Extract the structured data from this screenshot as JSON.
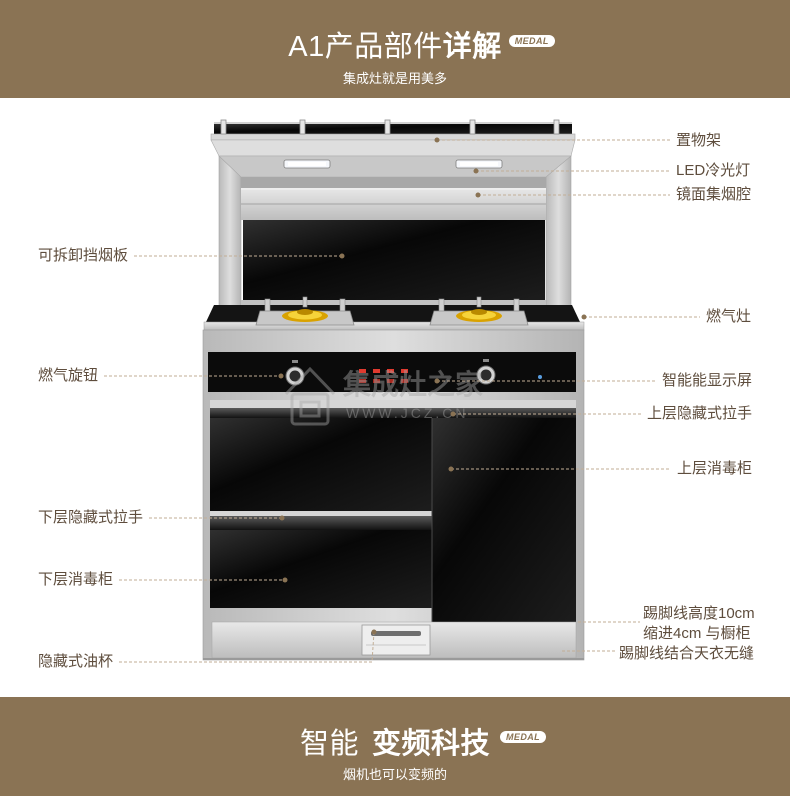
{
  "header": {
    "title_light": "A1产品部件",
    "title_bold": "详解",
    "badge": "MEDAL",
    "subtitle": "集成灶就是用美多"
  },
  "callouts": {
    "left": [
      {
        "label": "可拆卸挡烟板"
      },
      {
        "label": "燃气旋钮"
      },
      {
        "label": "下层隐藏式拉手"
      },
      {
        "label": "下层消毒柜"
      },
      {
        "label": "隐藏式油杯"
      }
    ],
    "right": [
      {
        "label": "置物架"
      },
      {
        "label": "LED冷光灯"
      },
      {
        "label": "镜面集烟腔"
      },
      {
        "label": "燃气灶"
      },
      {
        "label": "智能能显示屏"
      },
      {
        "label": "上层隐藏式拉手"
      },
      {
        "label": "上层消毒柜"
      },
      {
        "label": "踢脚线高度10cm"
      },
      {
        "label": "缩进4cm 与橱柜"
      },
      {
        "label": "踢脚线结合天衣无缝"
      }
    ]
  },
  "watermark": {
    "brand": "集成灶之家",
    "url": "WWW.JCZ.CN"
  },
  "footer": {
    "title_light": "智能",
    "title_bold": "变频科技",
    "badge": "MEDAL",
    "subtitle": "烟机也可以变频的"
  },
  "colors": {
    "banner": "#8a7354",
    "badge_text": "#8a7354",
    "label_text": "#5e4d3d",
    "leader_line": "#c2ae96",
    "leader_dot": "#8a7354",
    "flame_ring": "#e0a800"
  }
}
